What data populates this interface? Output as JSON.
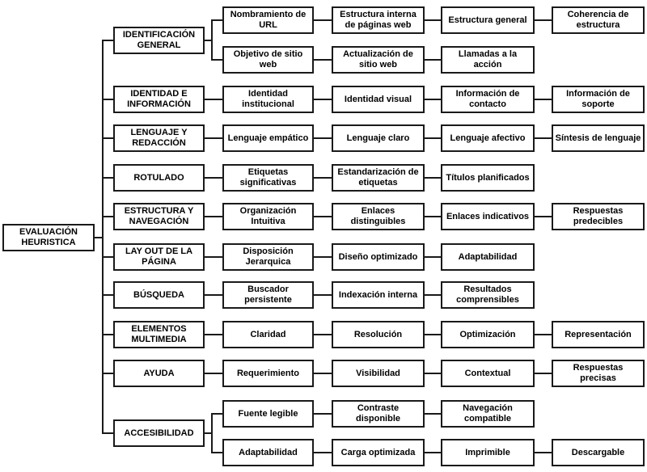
{
  "diagram": {
    "title": "Evaluación heurística - diagrama jerárquico",
    "root_label": "EVALUACIÓN HEURISTICA",
    "colors": {
      "background": "#ffffff",
      "box_border": "#1a1a1a",
      "box_fill": "#ffffff",
      "line": "#1a1a1a",
      "text": "#000000"
    },
    "groups": [
      {
        "category": "IDENTIFICACIÓN GENERAL",
        "rows": [
          [
            "Nombramiento de URL",
            "Estructura interna de páginas web",
            "Estructura general",
            "Coherencia de estructura"
          ],
          [
            "Objetivo de sitio web",
            "Actualización de sitio web",
            "Llamadas a la acción"
          ]
        ]
      },
      {
        "category": "IDENTIDAD E INFORMACIÓN",
        "rows": [
          [
            "Identidad institucional",
            "Identidad visual",
            "Información de contacto",
            "Información de soporte"
          ]
        ]
      },
      {
        "category": "LENGUAJE Y REDACCIÓN",
        "rows": [
          [
            "Lenguaje empático",
            "Lenguaje claro",
            "Lenguaje afectivo",
            "Síntesis de lenguaje"
          ]
        ]
      },
      {
        "category": "ROTULADO",
        "rows": [
          [
            "Etiquetas significativas",
            "Estandarización de etiquetas",
            "Títulos planificados"
          ]
        ]
      },
      {
        "category": "ESTRUCTURA Y NAVEGACIÓN",
        "rows": [
          [
            "Organización Intuitiva",
            "Enlaces distinguibles",
            "Enlaces indicativos",
            "Respuestas predecibles"
          ]
        ]
      },
      {
        "category": "LAY OUT DE LA PÁGINA",
        "rows": [
          [
            "Disposición Jerarquica",
            "Diseño optimizado",
            "Adaptabilidad"
          ]
        ]
      },
      {
        "category": "BÚSQUEDA",
        "rows": [
          [
            "Buscador persistente",
            "Indexación interna",
            "Resultados comprensibles"
          ]
        ]
      },
      {
        "category": "ELEMENTOS MULTIMEDIA",
        "rows": [
          [
            "Claridad",
            "Resolución",
            "Optimización",
            "Representación"
          ]
        ]
      },
      {
        "category": "AYUDA",
        "rows": [
          [
            "Requerimiento",
            "Visibilidad",
            "Contextual",
            "Respuestas precisas"
          ]
        ]
      },
      {
        "category": "ACCESIBILIDAD",
        "rows": [
          [
            "Fuente legible",
            "Contraste disponible",
            "Navegación compatible"
          ],
          [
            "Adaptabilidad",
            "Carga optimizada",
            "Imprimible",
            "Descargable"
          ]
        ]
      }
    ]
  }
}
